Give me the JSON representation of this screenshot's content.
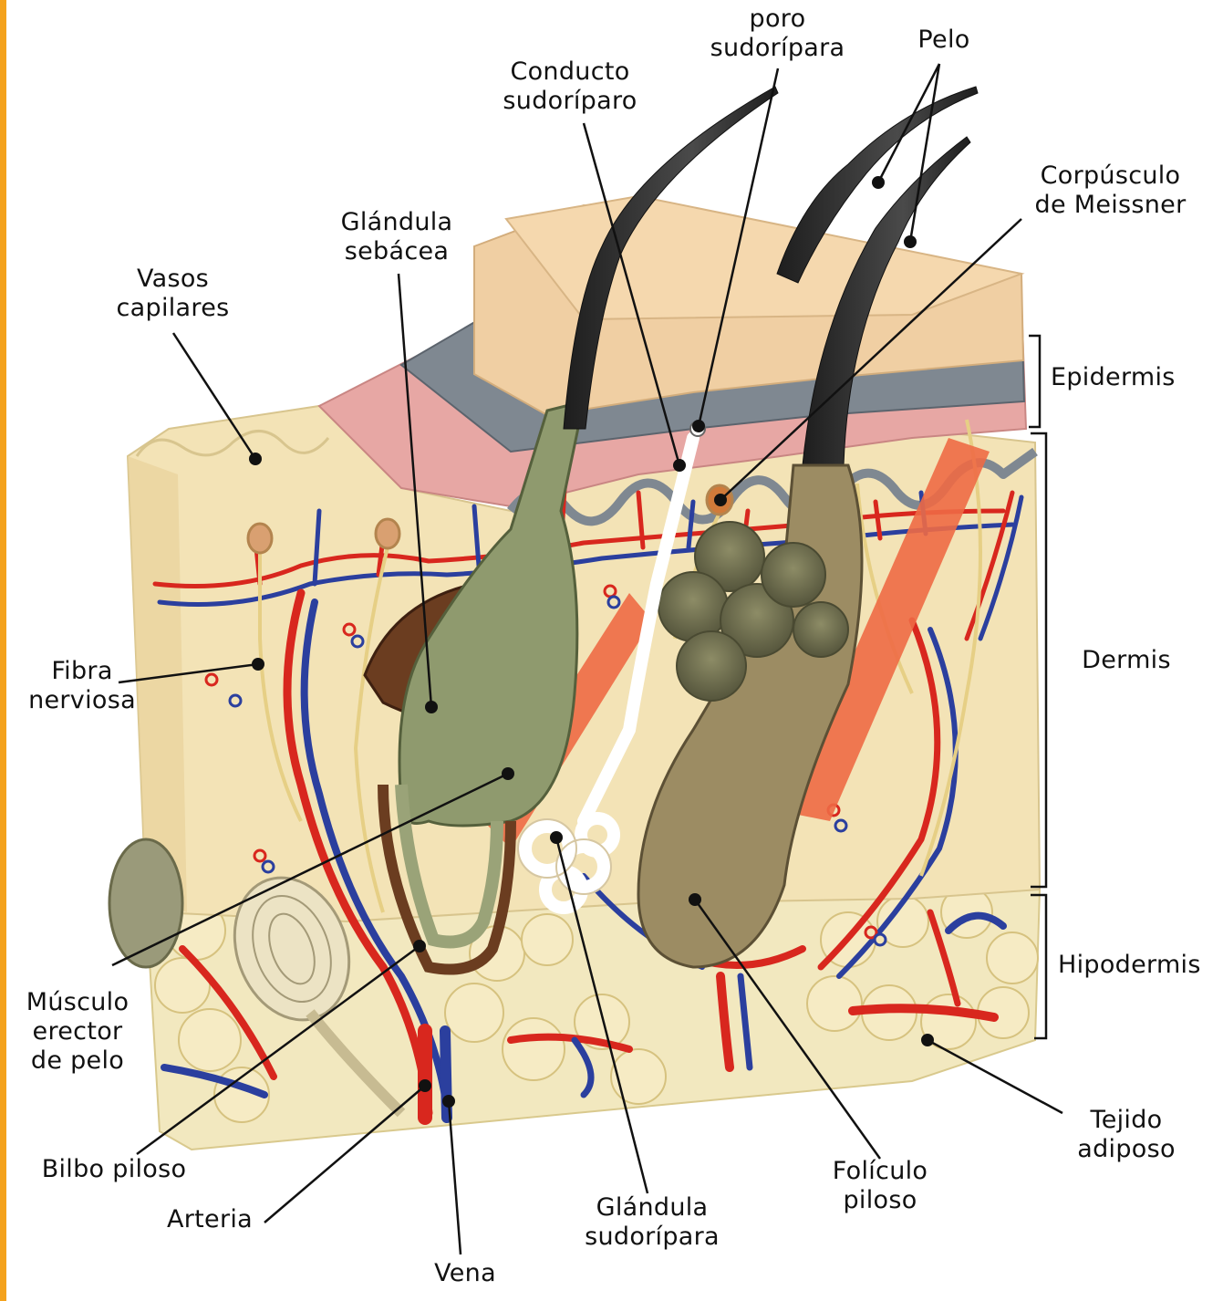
{
  "colors": {
    "border_accent": "#f4a21d",
    "leader": "#111111",
    "skin_base": "#f3e4b8",
    "epidermis_pink": "#e3a0a0",
    "epidermis_grey": "#7f8891",
    "artery": "#d8271e",
    "vein": "#2b3f9e",
    "nerve": "#efe0a0",
    "hair": "#2b2b2b",
    "gland": "#6a6a4a",
    "muscle": "#ee6a45",
    "sebaceous": "#6b3d20",
    "fat": "#f2e6b8"
  },
  "labels": {
    "poro": [
      "poro",
      "sudorípara"
    ],
    "pelo": [
      "Pelo"
    ],
    "conducto": [
      "Conducto",
      "sudoríparo"
    ],
    "corpusculo": [
      "Corpúsculo",
      "de Meissner"
    ],
    "glandula_sebacea": [
      "Glándula",
      "sebácea"
    ],
    "vasos": [
      "Vasos",
      "capilares"
    ],
    "epidermis": [
      "Epidermis"
    ],
    "fibra": [
      "Fibra",
      "nerviosa"
    ],
    "dermis": [
      "Dermis"
    ],
    "hipodermis": [
      "Hipodermis"
    ],
    "musculo": [
      "Músculo",
      "erector",
      "de pelo"
    ],
    "tejido": [
      "Tejido",
      "adiposo"
    ],
    "bilbo": [
      "Bilbo piloso"
    ],
    "foliculo": [
      "Folículo",
      "piloso"
    ],
    "arteria": [
      "Arteria"
    ],
    "glandula_sudoripara": [
      "Glándula",
      "sudorípara"
    ],
    "vena": [
      "Vena"
    ]
  }
}
